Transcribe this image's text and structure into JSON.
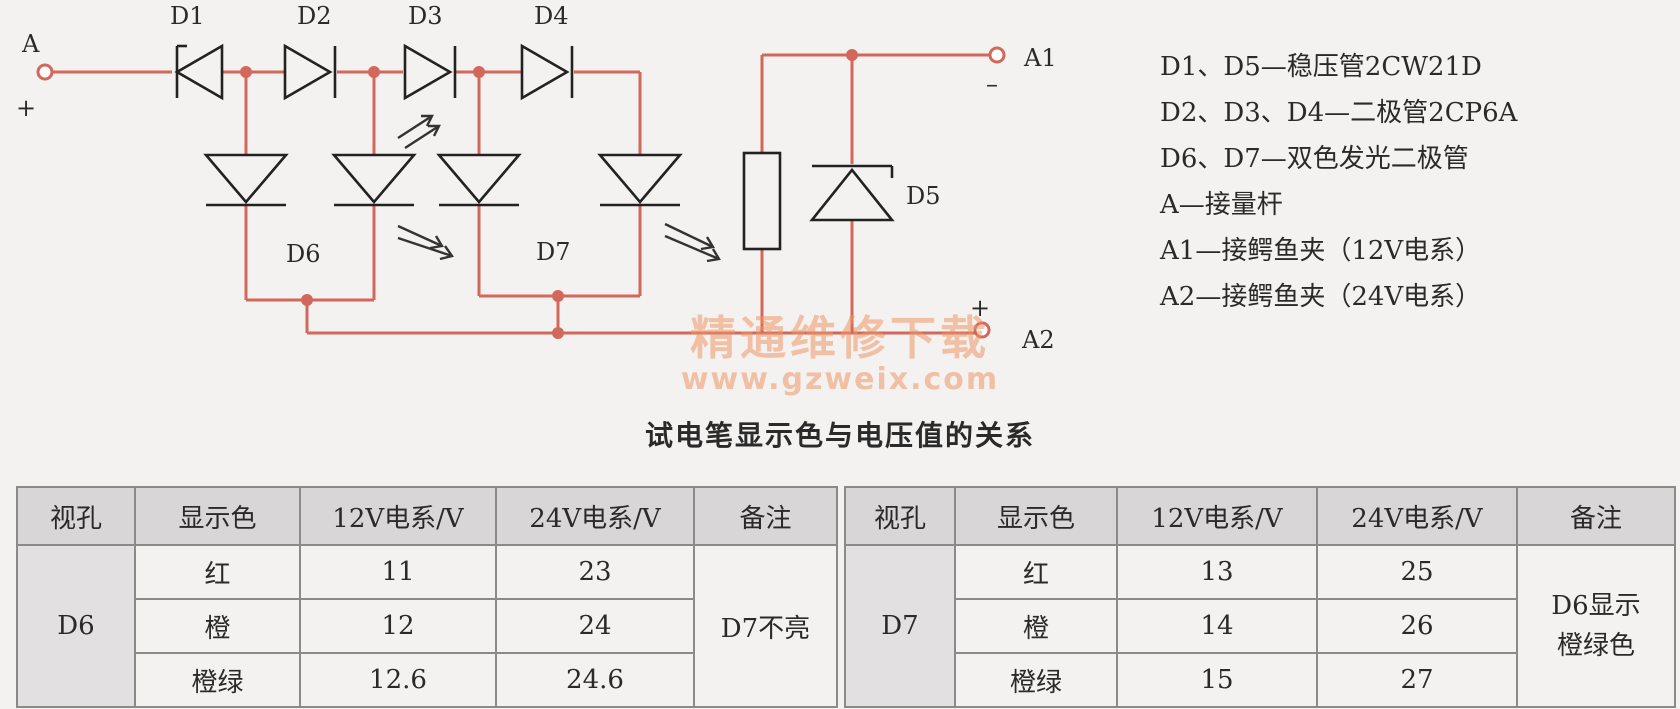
{
  "circuit": {
    "labels": {
      "D1": "D1",
      "D2": "D2",
      "D3": "D3",
      "D4": "D4",
      "D5": "D5",
      "D6": "D6",
      "D7": "D7",
      "A": "A",
      "A1": "A1",
      "A2": "A2",
      "plus_a": "+",
      "minus_a1": "–",
      "plus_a2": "+"
    }
  },
  "legend": [
    "D1、D5—稳压管2CW21D",
    "D2、D3、D4—二极管2CP6A",
    "D6、D7—双色发光二极管",
    "A—接量杆",
    "A1—接鳄鱼夹（12V电系）",
    "A2—接鳄鱼夹（24V电系）"
  ],
  "watermark": {
    "line1": "精通维修下载",
    "line2": "www.gzweix.com"
  },
  "table_title": "试电笔显示色与电压值的关系",
  "table": {
    "headers": [
      "视孔",
      "显示色",
      "12V电系/V",
      "24V电系/V",
      "备注"
    ],
    "left": {
      "hole": "D6",
      "note": "D7不亮",
      "rows": [
        {
          "color": "红",
          "v12": "11",
          "v24": "23"
        },
        {
          "color": "橙",
          "v12": "12",
          "v24": "24"
        },
        {
          "color": "橙绿",
          "v12": "12.6",
          "v24": "24.6"
        }
      ]
    },
    "right": {
      "hole": "D7",
      "note": "D6显示橙绿色",
      "rows": [
        {
          "color": "红",
          "v12": "13",
          "v24": "25"
        },
        {
          "color": "橙",
          "v12": "14",
          "v24": "26"
        },
        {
          "color": "橙绿",
          "v12": "15",
          "v24": "27"
        }
      ]
    }
  }
}
